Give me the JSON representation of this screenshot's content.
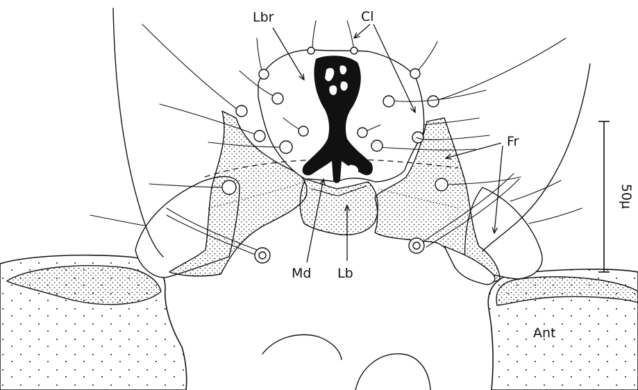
{
  "labels": {
    "lbr": "Lbr",
    "cl": "Cl",
    "fr": "Fr",
    "md": "Md",
    "lb": "Lb",
    "ant": "Ant",
    "scale": "50µ"
  },
  "colors": {
    "ink": "#111111",
    "paper": "#ffffff"
  }
}
